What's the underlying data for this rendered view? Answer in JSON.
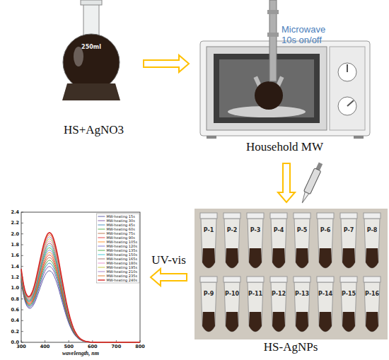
{
  "diagram": {
    "nodes": [
      {
        "text": [
          "HS+AgNO3"
        ]
      },
      {
        "text": [
          "Household MW"
        ]
      },
      {
        "text": [
          "HS-AgNPs"
        ]
      },
      {
        "text": [
          "wavelength, nm"
        ]
      }
    ],
    "edges": [
      {
        "from": 0,
        "to": 1,
        "arrow": "to"
      },
      {
        "from": 1,
        "to": 2,
        "arrow": "to"
      },
      {
        "from": 2,
        "to": 3,
        "label": "UV-vis",
        "arrow": "to"
      }
    ],
    "labels": [
      "250ml",
      "Microwave 10s on/off",
      "P-1",
      "P-2",
      "P-3",
      "P-4",
      "P-5",
      "P-6",
      "P-7",
      "P-8",
      "P-9",
      "P-10",
      "P-11",
      "P-12",
      "P-13",
      "P-14",
      "P-15",
      "P-16",
      "0.0",
      "0.2",
      "0.4",
      "0.6",
      "0.8",
      "1.0",
      "1.2",
      "1.4",
      "1.6",
      "1.8",
      "2.0",
      "2.2",
      "2.4",
      "300",
      "400",
      "500",
      "600",
      "700",
      "800"
    ],
    "legend": [
      {
        "text": "MW-heating 15s"
      },
      {
        "text": "MW-heating 30s"
      },
      {
        "text": "MW-heating 45s"
      },
      {
        "text": "MW-heating 60s"
      },
      {
        "text": "MW-heating 75s"
      },
      {
        "text": "MW-heating 90s"
      },
      {
        "text": "MW-heating 105s"
      },
      {
        "text": "MW-heating 120s"
      },
      {
        "text": "MW-heating 135s"
      },
      {
        "text": "MW-heating 150s"
      },
      {
        "text": "MW-heating 165s"
      },
      {
        "text": "MW-heating 180s"
      },
      {
        "text": "MW-heating 195s"
      },
      {
        "text": "MW-heating 210s"
      },
      {
        "text": "MW-heating 235s"
      },
      {
        "text": "MW-heating 240s"
      }
    ]
  }
}
